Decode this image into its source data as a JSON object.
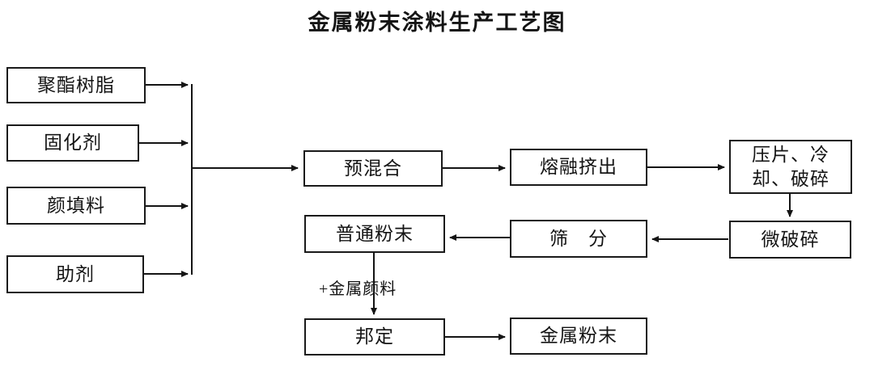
{
  "title": "金属粉末涂料生产工艺图",
  "nodes": {
    "polyester": "聚酯树脂",
    "curing": "固化剂",
    "pigment": "颜填料",
    "additive": "助剂",
    "premix": "预混合",
    "melt": "熔融挤出",
    "press": "压片、冷\n却、破碎",
    "microcrush": "微破碎",
    "sieve": "筛　分",
    "ordinary": "普通粉末",
    "bonding": "邦定",
    "metalpowder": "金属粉末",
    "plus_label": "+金属颜料"
  },
  "colors": {
    "line": "#141414",
    "box_border": "#1a1a1a",
    "background": "#ffffff"
  }
}
